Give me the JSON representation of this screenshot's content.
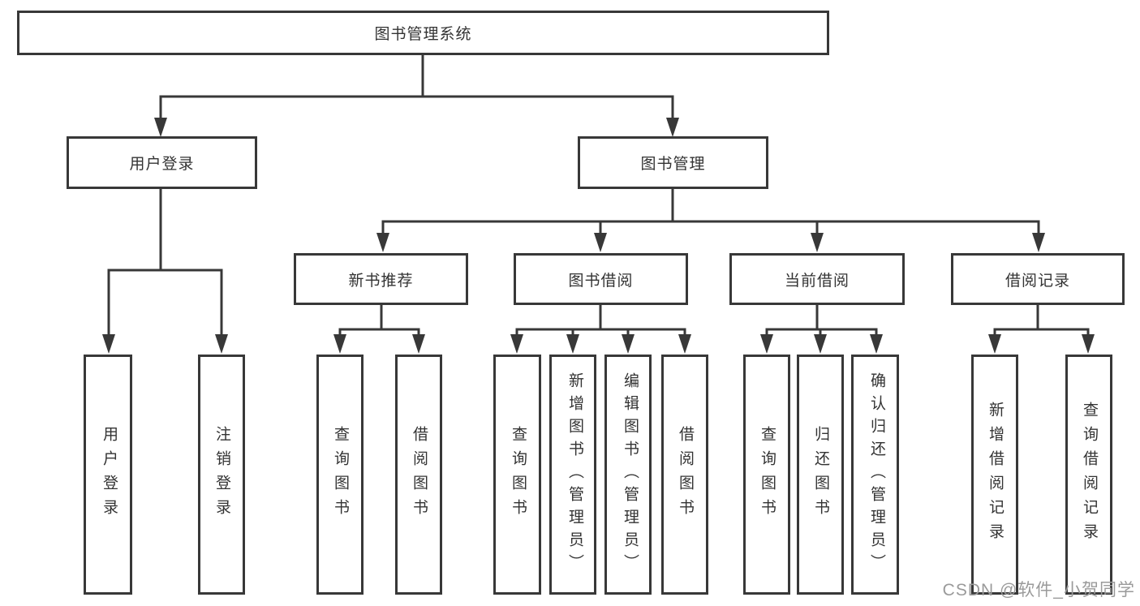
{
  "diagram": {
    "type": "hierarchy-tree",
    "root": {
      "label": "图书管理系统"
    },
    "level2": [
      {
        "label": "用户登录"
      },
      {
        "label": "图书管理"
      }
    ],
    "level3": [
      {
        "label": "新书推荐",
        "parent": "图书管理"
      },
      {
        "label": "图书借阅",
        "parent": "图书管理"
      },
      {
        "label": "当前借阅",
        "parent": "图书管理"
      },
      {
        "label": "借阅记录",
        "parent": "图书管理"
      }
    ],
    "leaves": [
      {
        "label": "用户登录",
        "parent": "用户登录"
      },
      {
        "label": "注销登录",
        "parent": "用户登录"
      },
      {
        "label": "查询图书",
        "parent": "新书推荐"
      },
      {
        "label": "借阅图书",
        "parent": "新书推荐"
      },
      {
        "label": "查询图书",
        "parent": "图书借阅"
      },
      {
        "label": "新增图书（管理员）",
        "parent": "图书借阅"
      },
      {
        "label": "编辑图书（管理员）",
        "parent": "图书借阅"
      },
      {
        "label": "借阅图书",
        "parent": "图书借阅"
      },
      {
        "label": "查询图书",
        "parent": "当前借阅"
      },
      {
        "label": "归还图书",
        "parent": "当前借阅"
      },
      {
        "label": "确认归还（管理员）",
        "parent": "当前借阅"
      },
      {
        "label": "新增借阅记录",
        "parent": "借阅记录"
      },
      {
        "label": "查询借阅记录",
        "parent": "借阅记录"
      }
    ],
    "watermark": "CSDN @软件_小贺同学",
    "colors": {
      "line": "#383838",
      "box_border": "#383838",
      "text": "#333333",
      "background": "#ffffff",
      "watermark": "#9a9a9a"
    }
  }
}
